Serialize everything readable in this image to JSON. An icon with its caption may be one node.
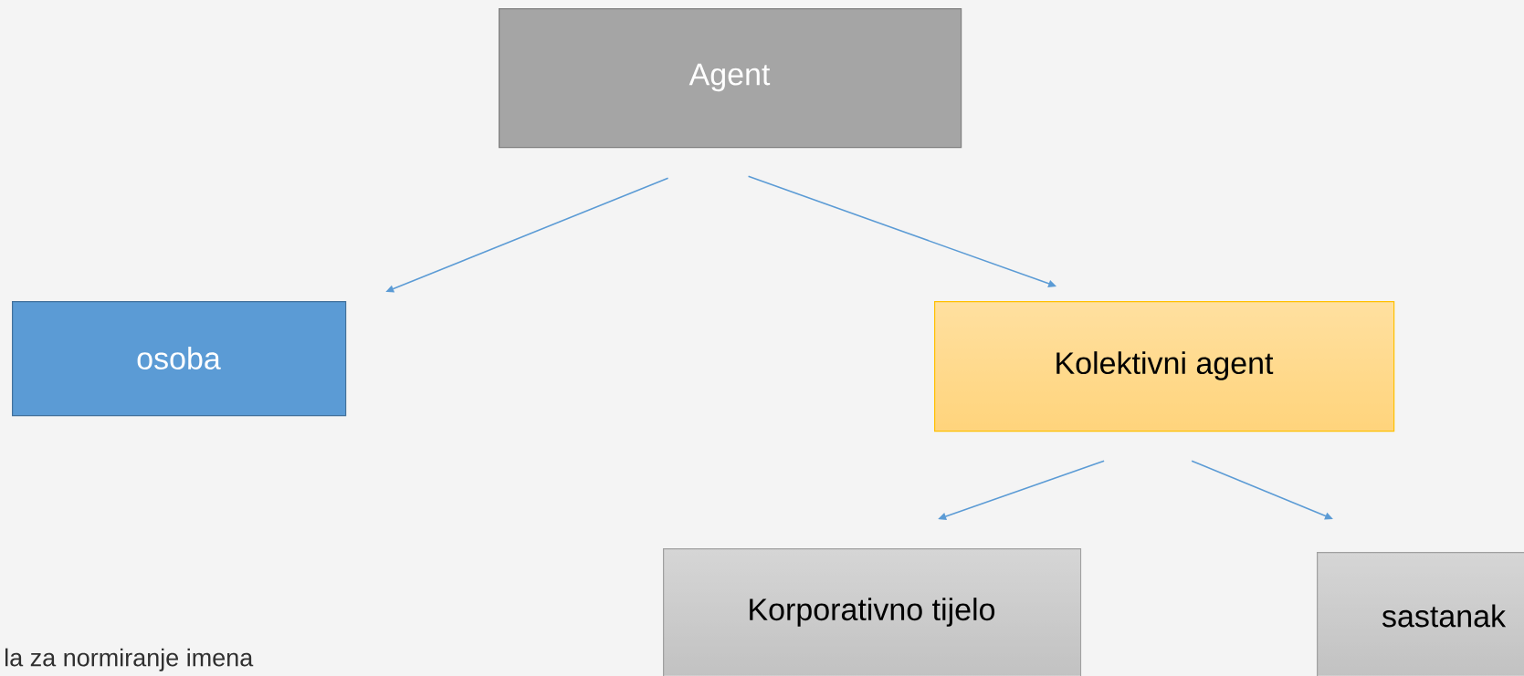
{
  "diagram": {
    "nodes": [
      {
        "text": [
          "Agent"
        ]
      },
      {
        "text": [
          "osoba"
        ]
      },
      {
        "text": [
          "Kolektivni agent"
        ]
      },
      {
        "text": [
          "Korporativno tijelo"
        ]
      },
      {
        "text": [
          "sastanak"
        ]
      }
    ],
    "edges": [
      {
        "from": 0,
        "to": 1,
        "arrow": "to"
      },
      {
        "from": 0,
        "to": 2,
        "arrow": "to"
      },
      {
        "from": 2,
        "to": 3,
        "arrow": "to"
      },
      {
        "from": 2,
        "to": 4,
        "arrow": "to"
      }
    ],
    "labels": [
      "la za normiranje imena"
    ]
  }
}
